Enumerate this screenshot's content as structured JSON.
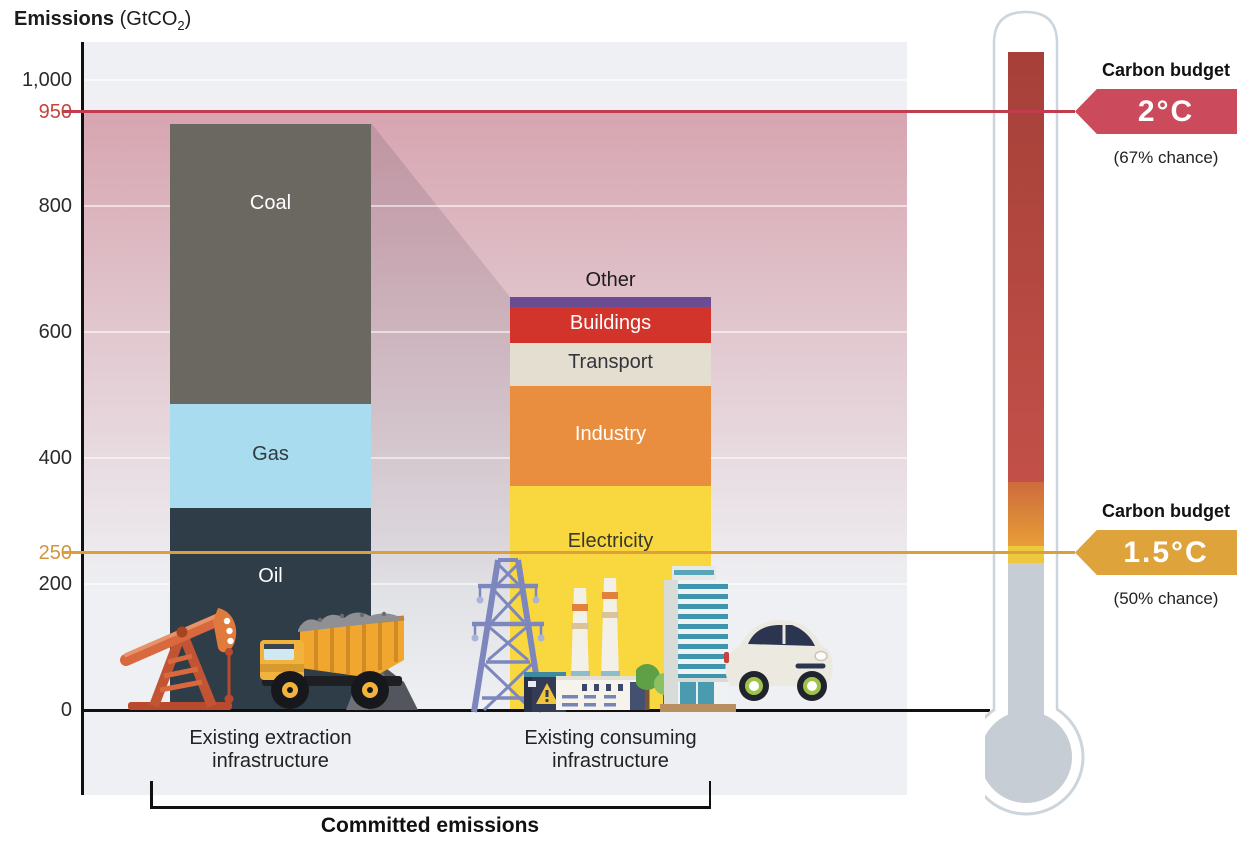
{
  "title": {
    "main": "Emissions",
    "unit_pre": " (GtCO",
    "unit_sub": "2",
    "unit_post": ")"
  },
  "axis": {
    "yticks": [
      {
        "label": "1,000",
        "value": 1000,
        "color": "#2b2b2b"
      },
      {
        "label": "950",
        "value": 950,
        "color": "#c2463c"
      },
      {
        "label": "800",
        "value": 800,
        "color": "#2b2b2b"
      },
      {
        "label": "600",
        "value": 600,
        "color": "#2b2b2b"
      },
      {
        "label": "400",
        "value": 400,
        "color": "#2b2b2b"
      },
      {
        "label": "250",
        "value": 250,
        "color": "#d1953b"
      },
      {
        "label": "200",
        "value": 200,
        "color": "#2b2b2b"
      },
      {
        "label": "0",
        "value": 0,
        "color": "#2b2b2b"
      }
    ]
  },
  "chart_data": {
    "type": "bar",
    "stacked": true,
    "title": "Emissions (GtCO2)",
    "ylabel": "Emissions (GtCO2)",
    "ylim": [
      0,
      1050
    ],
    "grid": true,
    "gridline_values": [
      200,
      400,
      600,
      800,
      1000
    ],
    "categories": [
      "Existing extraction infrastructure",
      "Existing consuming infrastructure"
    ],
    "bars": [
      {
        "category": "Existing extraction infrastructure",
        "label_lines": [
          "Existing extraction",
          "infrastructure"
        ],
        "total": 930,
        "segments": [
          {
            "label": "Oil",
            "value": 320,
            "color": "#2e3d47",
            "text_color": "#ffffff"
          },
          {
            "label": "Gas",
            "value": 165,
            "color": "#a9dcee",
            "text_color": "#2f3a40"
          },
          {
            "label": "Coal",
            "value": 445,
            "color": "#6b6862",
            "text_color": "#ffffff"
          }
        ]
      },
      {
        "category": "Existing consuming infrastructure",
        "label_lines": [
          "Existing consuming",
          "infrastructure"
        ],
        "total": 655,
        "segments": [
          {
            "label": "Electricity",
            "value": 355,
            "color": "#f9d73f",
            "text_color": "#38372f"
          },
          {
            "label": "Industry",
            "value": 160,
            "color": "#e88e3e",
            "text_color": "#ffffff"
          },
          {
            "label": "Transport",
            "value": 67,
            "color": "#e3decf",
            "text_color": "#35343a"
          },
          {
            "label": "Buildings",
            "value": 58,
            "color": "#d2342c",
            "text_color": "#ffffff"
          },
          {
            "label": "Other",
            "value": 15,
            "color": "#6a4c92",
            "text_color": "#1d1d1d",
            "label_outside": true
          }
        ]
      }
    ],
    "budget_lines": [
      {
        "value": 950,
        "line_color": "#c43b4e",
        "badge": "2°C",
        "badge_color": "#cb4a5c",
        "label": "Carbon budget",
        "chance": "(67% chance)"
      },
      {
        "value": 250,
        "line_color": "#dd9f3c",
        "badge": "1.5°C",
        "badge_color": "#dfa33c",
        "label": "Carbon budget",
        "chance": "(50% chance)"
      }
    ],
    "bracket_label": "Committed emissions"
  },
  "thermometer": {
    "tube_outline": "#ccd5dc",
    "fill_top_red": "#a54038",
    "fill_red": "#c25049",
    "fill_orange": "#e89d38",
    "fill_yellow": "#edc83e",
    "fill_empty_gray": "#c6cdd4"
  },
  "icons": [
    "oil-pump-jack",
    "mining-truck",
    "coal-pile",
    "electricity-pylon",
    "transformer-box",
    "power-plant",
    "trees",
    "office-tower",
    "electric-car",
    "thermometer"
  ]
}
